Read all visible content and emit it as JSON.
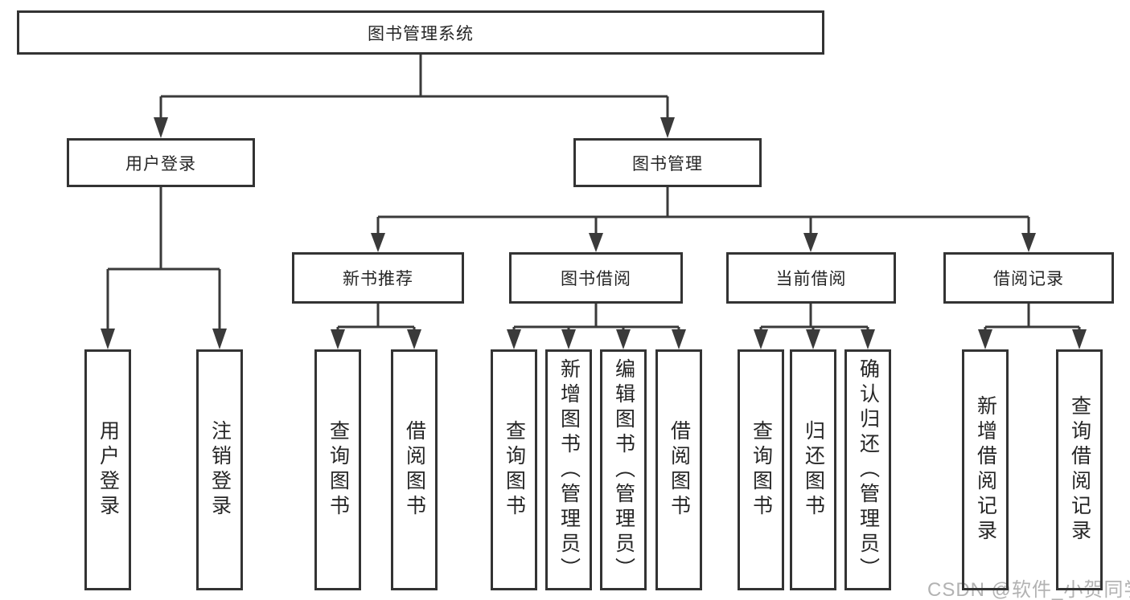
{
  "diagram_title": "图书管理系统",
  "nodes": {
    "root": {
      "label": "图书管理系统"
    },
    "user_login": {
      "label": "用户登录"
    },
    "book_management": {
      "label": "图书管理"
    },
    "new_book_recommend": {
      "label": "新书推荐"
    },
    "book_borrowing": {
      "label": "图书借阅"
    },
    "current_borrowing": {
      "label": "当前借阅"
    },
    "borrowing_records": {
      "label": "借阅记录"
    },
    "leaf_user_login": {
      "label": "用户登录"
    },
    "leaf_logout": {
      "label": "注销登录"
    },
    "leaf_query_books_1": {
      "label": "查询图书"
    },
    "leaf_borrow_books_1": {
      "label": "借阅图书"
    },
    "leaf_query_books_2": {
      "label": "查询图书"
    },
    "leaf_add_books_admin": {
      "label": "新增图书（管理员）"
    },
    "leaf_edit_books_admin": {
      "label": "编辑图书（管理员）"
    },
    "leaf_borrow_books_2": {
      "label": "借阅图书"
    },
    "leaf_query_books_3": {
      "label": "查询图书"
    },
    "leaf_return_books": {
      "label": "归还图书"
    },
    "leaf_confirm_return_admin": {
      "label": "确认归还（管理员）"
    },
    "leaf_add_borrow_record": {
      "label": "新增借阅记录"
    },
    "leaf_query_borrow_record": {
      "label": "查询借阅记录"
    }
  },
  "hierarchy": {
    "图书管理系统": {
      "用户登录": [
        "用户登录",
        "注销登录"
      ],
      "图书管理": {
        "新书推荐": [
          "查询图书",
          "借阅图书"
        ],
        "图书借阅": [
          "查询图书",
          "新增图书（管理员）",
          "编辑图书（管理员）",
          "借阅图书"
        ],
        "当前借阅": [
          "查询图书",
          "归还图书",
          "确认归还（管理员）"
        ],
        "借阅记录": [
          "新增借阅记录",
          "查询借阅记录"
        ]
      }
    }
  },
  "watermark": {
    "text": "CSDN @软件_小贺同学"
  },
  "colors": {
    "line": "#3a3a3a",
    "box_border": "#333333",
    "text": "#262626",
    "watermark": "#b2b2b2",
    "background": "#ffffff"
  }
}
